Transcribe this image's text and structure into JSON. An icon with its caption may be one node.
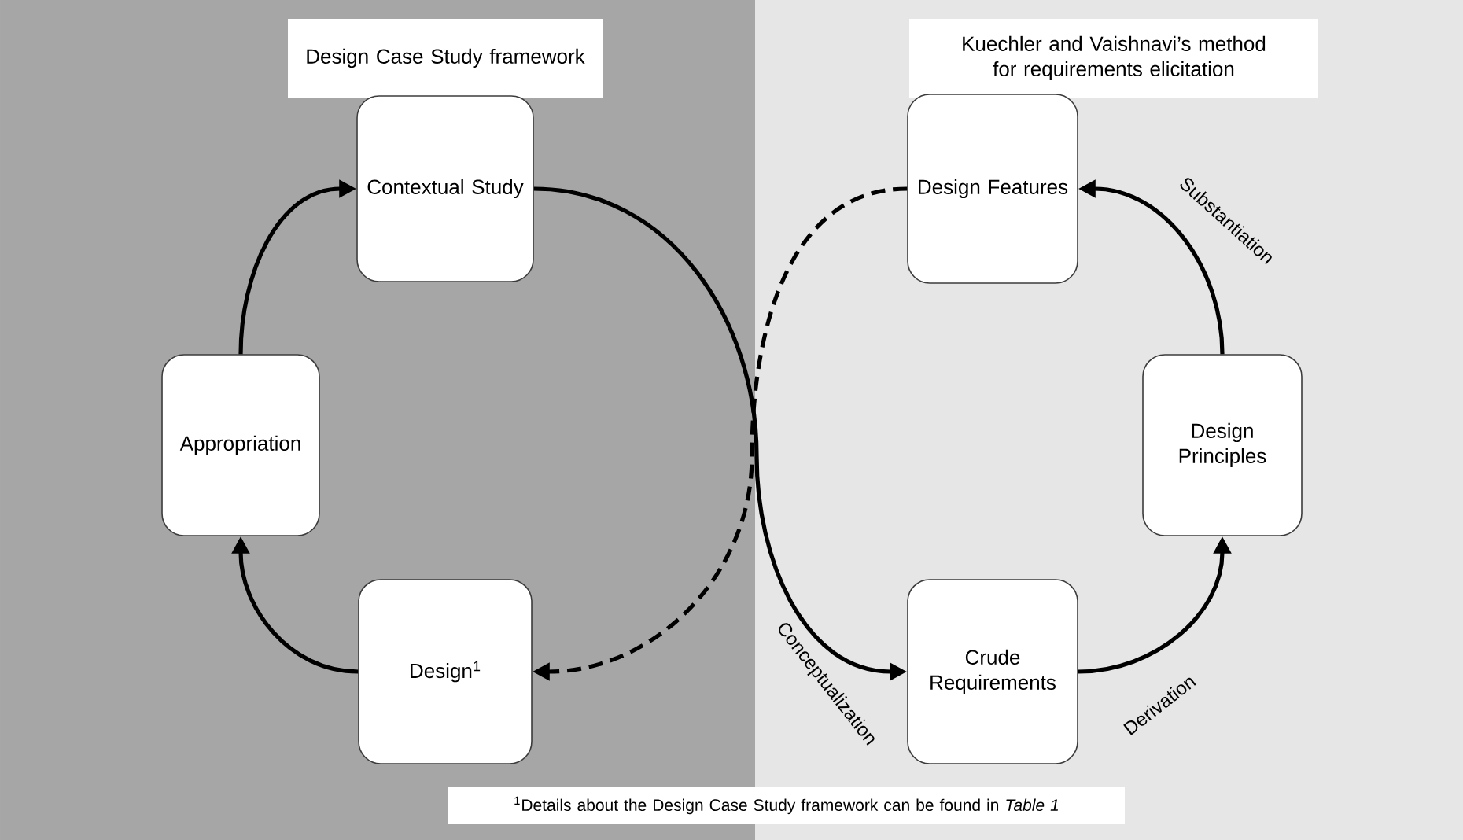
{
  "diagram": {
    "nodes": [
      {
        "text": [
          "Design Case Study framework"
        ]
      },
      {
        "text": [
          "Kuechler and Vaishnavi’s method for requirements elicitation"
        ]
      },
      {
        "text": [
          "Contextual Study"
        ]
      },
      {
        "text": [
          "Appropriation"
        ]
      },
      {
        "text": [
          "Design$^{1}$"
        ]
      },
      {
        "text": [
          "Design Features"
        ]
      },
      {
        "text": [
          "Design Principles"
        ]
      },
      {
        "text": [
          "Crude Requirements"
        ]
      },
      {
        "text": [
          "$^{1}$Details about the Design Case Study framework can be found in *Table 1*"
        ]
      }
    ],
    "edges": [
      {
        "from": 3,
        "to": 2,
        "arrow": "to"
      },
      {
        "from": 4,
        "to": 3,
        "arrow": "to"
      },
      {
        "from": 2,
        "to": 7,
        "arrow": "to",
        "label": "Conceptualization"
      },
      {
        "from": 7,
        "to": 6,
        "arrow": "to",
        "label": "Derivation"
      },
      {
        "from": 6,
        "to": 5,
        "arrow": "to",
        "label": "Substantiation"
      },
      {
        "from": 5,
        "to": 4,
        "arrow": "to",
        "style": "dashed"
      }
    ]
  }
}
